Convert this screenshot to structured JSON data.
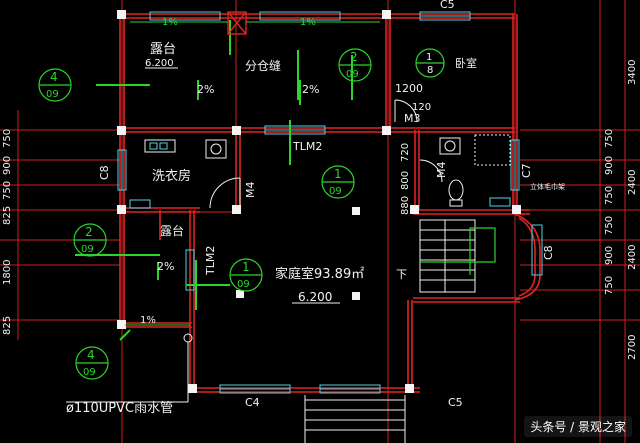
{
  "rooms": {
    "terrace_top": "露台",
    "terrace_top_elev": "6.200",
    "fen_cang_feng": "分仓缝",
    "bedroom": "卧室",
    "laundry": "洗衣房",
    "terrace_left": "露台",
    "family_room": "家庭室93.89㎡",
    "family_elev": "6.200",
    "stair_down": "下",
    "towel_rack": "立体毛巾架"
  },
  "slopes": {
    "top_left": "1%",
    "top_right": "1%",
    "terrace_a": "2%",
    "terrace_b": "2%",
    "terrace_left": "2%",
    "bottom_left": "1%"
  },
  "windows": {
    "c5_top": "C5",
    "c8_left": "C8",
    "c7_right": "C7",
    "c8_right": "C8",
    "c4_bottom": "C4",
    "c5_bottom": "C5"
  },
  "doors": {
    "tlm2_top": "TLM2",
    "tlm2_left": "TLM2",
    "m4_center": "M4",
    "m4_bath": "M4",
    "m3": "M3"
  },
  "callouts": [
    {
      "num": "4",
      "sheet": "09"
    },
    {
      "num": "2",
      "sheet": "09"
    },
    {
      "num": "1",
      "sheet": "09"
    },
    {
      "num": "2",
      "sheet": "09"
    },
    {
      "num": "1",
      "sheet": "09"
    },
    {
      "num": "4",
      "sheet": "09"
    },
    {
      "num": "1",
      "sheet": "8"
    }
  ],
  "dims": {
    "d1200": "1200",
    "d120": "120",
    "d720": "720",
    "d800": "800",
    "d880": "880",
    "left_stack": [
      "825",
      "1800",
      "825",
      "750",
      "900",
      "750"
    ],
    "right_stack": [
      "2700",
      "2400",
      "750",
      "900",
      "750",
      "2400",
      "750",
      "900",
      "750",
      "3400"
    ]
  },
  "pipe_label": "ø110UPVC雨水管",
  "watermark": "头条号 / 景观之家"
}
